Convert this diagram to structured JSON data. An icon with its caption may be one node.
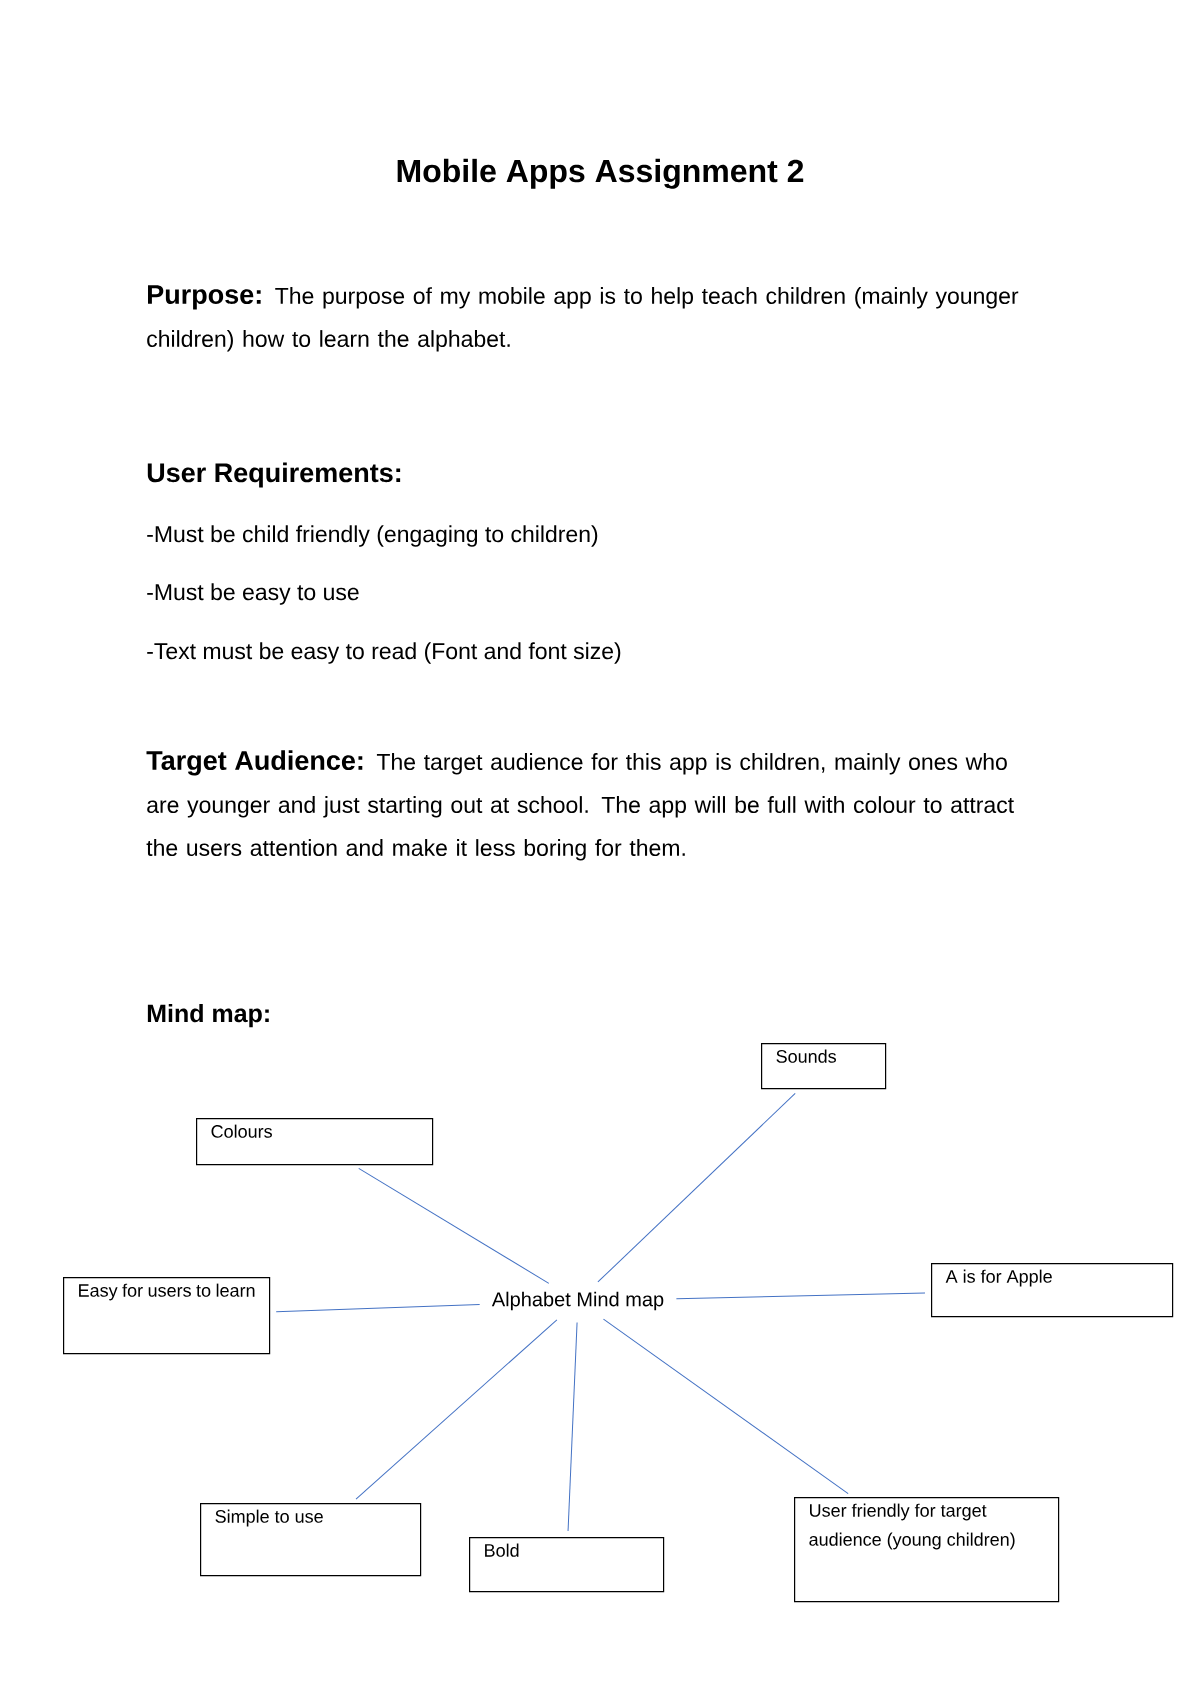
{
  "diagram": {
    "title": "Mobile Apps Assignment 2",
    "nodes": [
      {
        "text": [
          "Alphabet Mind map"
        ]
      },
      {
        "text": [
          "Sounds"
        ]
      },
      {
        "text": [
          "Colours"
        ]
      },
      {
        "text": [
          "A is for Apple"
        ]
      },
      {
        "text": [
          "Easy for users to learn"
        ]
      },
      {
        "text": [
          "Simple to use"
        ]
      },
      {
        "text": [
          "Bold"
        ]
      },
      {
        "text": [
          "User friendly for target audience (young children)"
        ]
      }
    ],
    "edges": [
      {
        "from": 0,
        "to": 1,
        "arrow": "none"
      },
      {
        "from": 0,
        "to": 2,
        "arrow": "none"
      },
      {
        "from": 0,
        "to": 3,
        "arrow": "none"
      },
      {
        "from": 0,
        "to": 4,
        "arrow": "none"
      },
      {
        "from": 0,
        "to": 5,
        "arrow": "none"
      },
      {
        "from": 0,
        "to": 6,
        "arrow": "none"
      },
      {
        "from": 0,
        "to": 7,
        "arrow": "none"
      }
    ],
    "labels": [
      "Purpose:",
      "The purpose of my mobile app is to help teach children (mainly younger children) how to learn the alphabet.",
      "User Requirements:",
      "-Must be child friendly (engaging to children)",
      "-Must be easy to use",
      "-Text must be easy to read (Font and font size)",
      "Target Audience:",
      "The target audience for this app is children, mainly ones who are younger and just starting out at school. The app will be full with colour to attract the users attention and make it less boring for them.",
      "Mind map:"
    ]
  }
}
